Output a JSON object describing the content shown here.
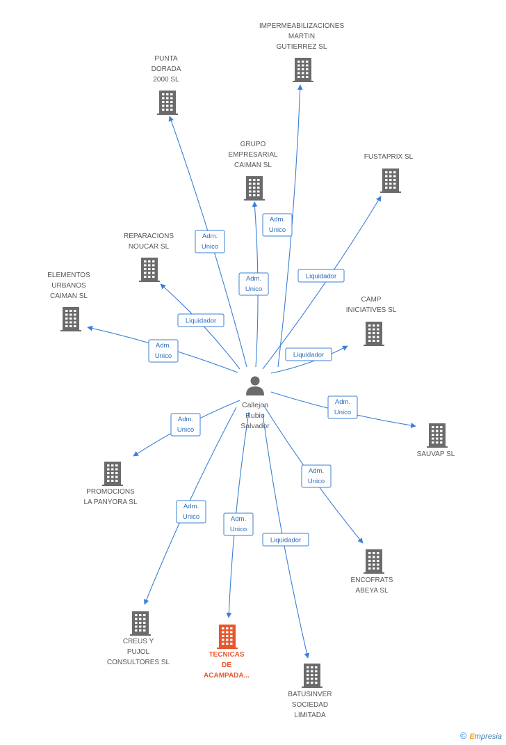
{
  "person": {
    "name_lines": [
      "Callejon",
      "Rubio",
      "Salvador"
    ],
    "icon": "person-icon"
  },
  "colors": {
    "edge": "#3b7fd6",
    "building": "#6b6b6b",
    "focus": "#e8572c",
    "label": "#555555"
  },
  "companies": [
    {
      "id": "impermeabilizaciones",
      "lines": [
        "IMPERMEABILIZACIONES",
        "MARTIN",
        "GUTIERREZ SL"
      ],
      "role": "Adm. Unico"
    },
    {
      "id": "punta-dorada",
      "lines": [
        "PUNTA",
        "DORADA",
        "2000 SL"
      ],
      "role": "Adm. Unico"
    },
    {
      "id": "grupo-empresarial",
      "lines": [
        "GRUPO",
        "EMPRESARIAL",
        "CAIMAN SL"
      ],
      "role": "Adm. Unico"
    },
    {
      "id": "fustaprix",
      "lines": [
        "FUSTAPRIX SL"
      ],
      "role": "Liquidador"
    },
    {
      "id": "reparacions",
      "lines": [
        "REPARACIONS",
        "NOUCAR SL"
      ],
      "role": "Liquidador"
    },
    {
      "id": "elementos",
      "lines": [
        "ELEMENTOS",
        "URBANOS",
        "CAIMAN SL"
      ],
      "role": "Adm. Unico"
    },
    {
      "id": "camp",
      "lines": [
        "CAMP",
        "INICIATIVES SL"
      ],
      "role": "Liquidador"
    },
    {
      "id": "sauvap",
      "lines": [
        "SAUVAP SL"
      ],
      "role": "Adm. Unico"
    },
    {
      "id": "promocions",
      "lines": [
        "PROMOCIONS",
        "LA PANYORA SL"
      ],
      "role": "Adm. Unico"
    },
    {
      "id": "encofrats",
      "lines": [
        "ENCOFRATS",
        "ABEYA SL"
      ],
      "role": "Adm. Unico"
    },
    {
      "id": "creus",
      "lines": [
        "CREUS Y",
        "PUJOL",
        "CONSULTORES SL"
      ],
      "role": "Adm. Unico"
    },
    {
      "id": "tecnicas",
      "lines": [
        "TECNICAS",
        "DE",
        "ACAMPADA..."
      ],
      "role": "Adm. Unico",
      "focus": true
    },
    {
      "id": "batusinver",
      "lines": [
        "BATUSINVER",
        "SOCIEDAD",
        "LIMITADA"
      ],
      "role": "Liquidador"
    }
  ],
  "footer": {
    "copyright": "©",
    "brand_initial": "E",
    "brand_rest": "mpresia"
  }
}
